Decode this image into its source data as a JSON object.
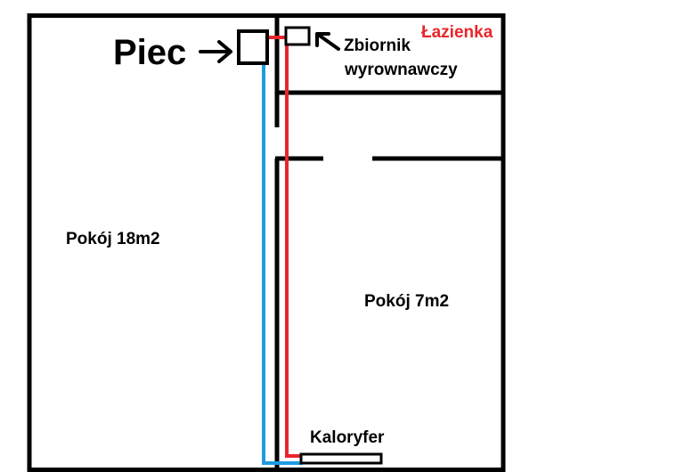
{
  "labels": {
    "stove": "Piec",
    "tank_line1": "Zbiornik",
    "tank_line2": "wyrownawczy",
    "bathroom": "Łazienka",
    "room_large": "Pokój 18m2",
    "room_small": "Pokój 7m2",
    "radiator": "Kaloryfer"
  },
  "colors": {
    "wall": "#000000",
    "hot_pipe": "#e8262b",
    "cold_pipe": "#1e9be0",
    "background": "#ffffff"
  }
}
